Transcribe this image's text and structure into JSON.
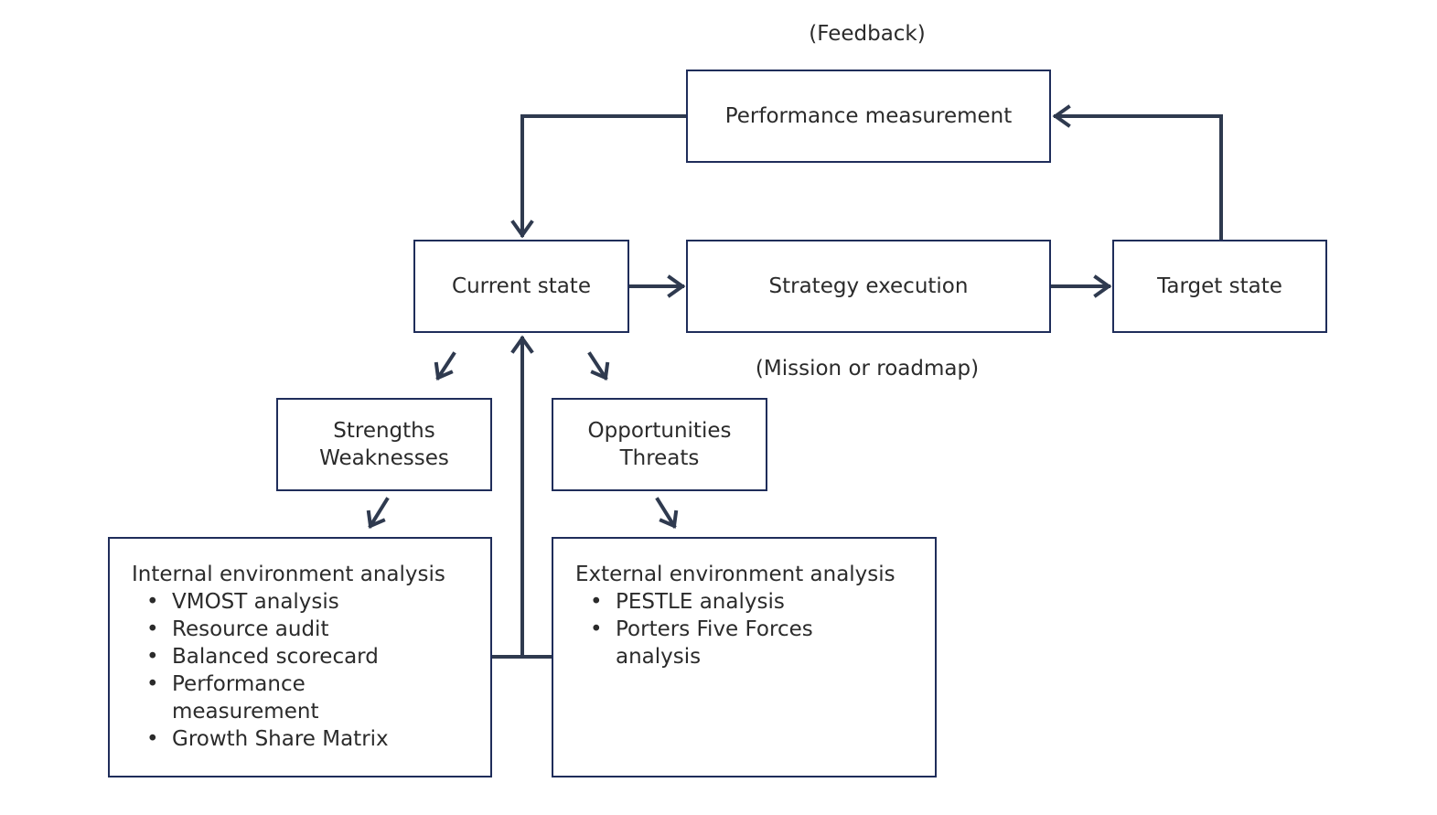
{
  "feedback_caption": "(Feedback)",
  "mission_caption": "(Mission or roadmap)",
  "nodes": {
    "performance_measurement": "Performance measurement",
    "current_state": "Current state",
    "strategy_execution": "Strategy execution",
    "target_state": "Target state",
    "strengths": "Strengths",
    "weaknesses": "Weaknesses",
    "opportunities": "Opportunities",
    "threats": "Threats"
  },
  "internal_analysis": {
    "title": "Internal environment analysis",
    "items": [
      "VMOST analysis",
      "Resource audit",
      "Balanced scorecard",
      "Performance measurement",
      "Growth Share Matrix"
    ]
  },
  "external_analysis": {
    "title": "External environment analysis",
    "items": [
      "PESTLE analysis",
      "Porters Five Forces analysis"
    ]
  },
  "bullet_char": "•",
  "colors": {
    "box_border": "#1f2d5a",
    "arrow": "#2f3a4f",
    "text": "#2b2b2b"
  }
}
